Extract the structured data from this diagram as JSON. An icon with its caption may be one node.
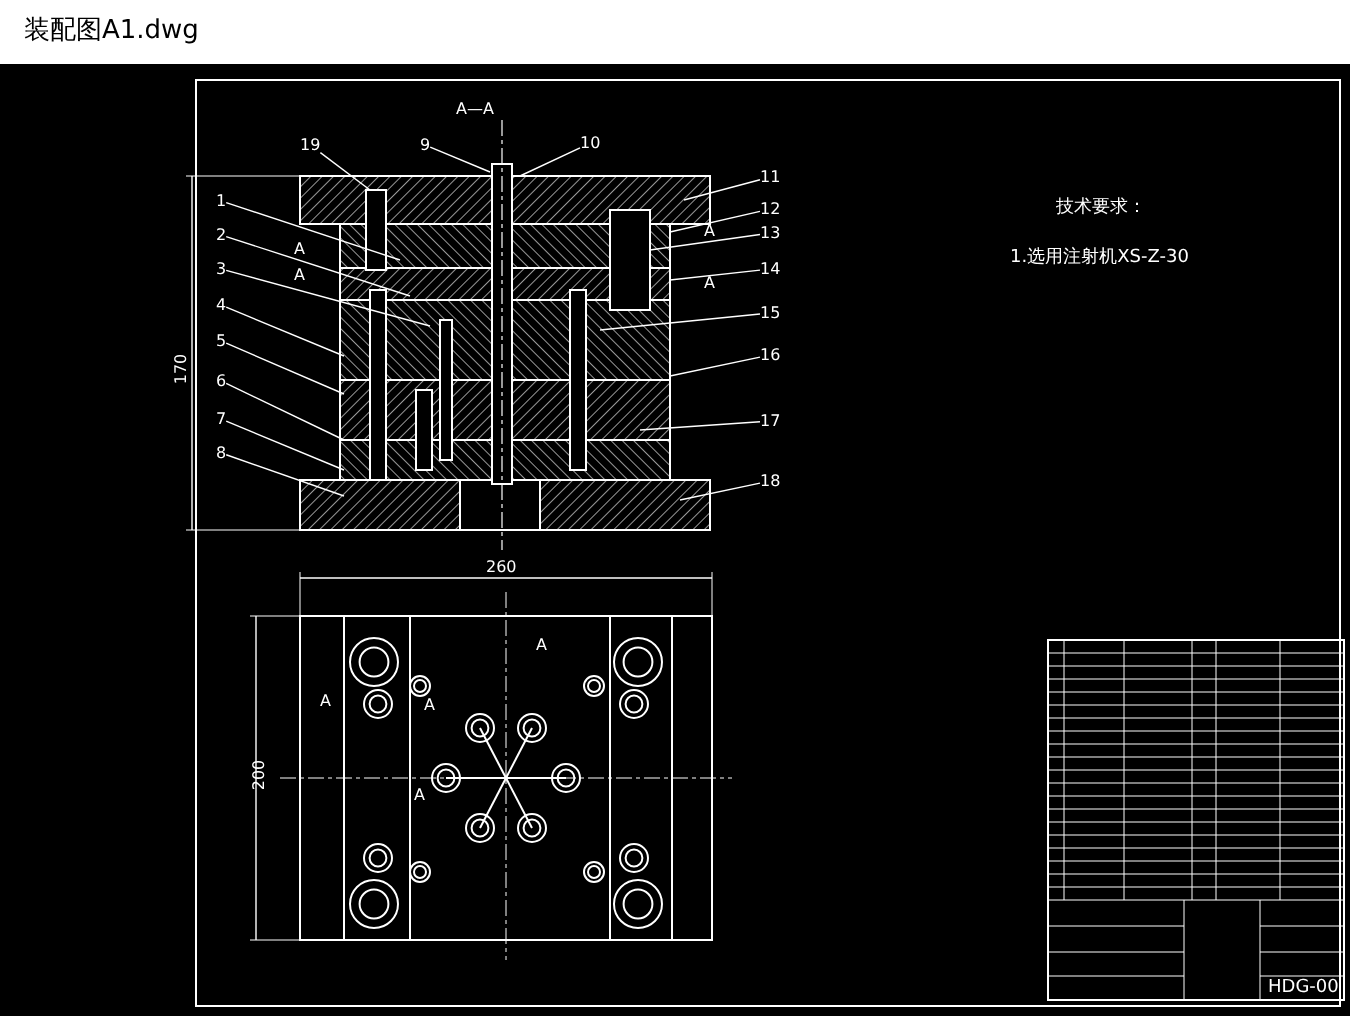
{
  "diagram": {
    "title": "装配图A1.dwg",
    "nodes": [
      {
        "text": [
          "1"
        ]
      },
      {
        "text": [
          "2"
        ]
      },
      {
        "text": [
          "3"
        ]
      },
      {
        "text": [
          "4"
        ]
      },
      {
        "text": [
          "5"
        ]
      },
      {
        "text": [
          "6"
        ]
      },
      {
        "text": [
          "7"
        ]
      },
      {
        "text": [
          "8"
        ]
      },
      {
        "text": [
          "9"
        ]
      },
      {
        "text": [
          "10"
        ]
      },
      {
        "text": [
          "11"
        ]
      },
      {
        "text": [
          "12"
        ]
      },
      {
        "text": [
          "13"
        ]
      },
      {
        "text": [
          "14"
        ]
      },
      {
        "text": [
          "15"
        ]
      },
      {
        "text": [
          "16"
        ]
      },
      {
        "text": [
          "17"
        ]
      },
      {
        "text": [
          "18"
        ]
      },
      {
        "text": [
          "19"
        ]
      }
    ],
    "edges": [
      {
        "from": 0,
        "to": null,
        "arrow": "none"
      },
      {
        "from": 1,
        "to": null,
        "arrow": "none"
      },
      {
        "from": 2,
        "to": null,
        "arrow": "none"
      },
      {
        "from": 3,
        "to": null,
        "arrow": "none"
      },
      {
        "from": 4,
        "to": null,
        "arrow": "none"
      },
      {
        "from": 5,
        "to": null,
        "arrow": "none"
      },
      {
        "from": 6,
        "to": null,
        "arrow": "none"
      },
      {
        "from": 7,
        "to": null,
        "arrow": "none"
      },
      {
        "from": 8,
        "to": null,
        "arrow": "none"
      },
      {
        "from": 9,
        "to": null,
        "arrow": "none"
      },
      {
        "from": 10,
        "to": null,
        "arrow": "none"
      },
      {
        "from": 11,
        "to": null,
        "arrow": "none"
      },
      {
        "from": 12,
        "to": null,
        "arrow": "none"
      },
      {
        "from": 13,
        "to": null,
        "arrow": "none"
      },
      {
        "from": 14,
        "to": null,
        "arrow": "none"
      },
      {
        "from": 15,
        "to": null,
        "arrow": "none"
      },
      {
        "from": 16,
        "to": null,
        "arrow": "none"
      },
      {
        "from": 17,
        "to": null,
        "arrow": "none"
      },
      {
        "from": 18,
        "to": null,
        "arrow": "none"
      }
    ],
    "labels": [
      "A—A",
      "A",
      "A",
      "A",
      "A",
      "170",
      "技术要求：",
      "1.选用注射机XS-Z-30",
      "260",
      "A",
      "A",
      "A",
      "A",
      "200",
      "HDG-00"
    ]
  }
}
